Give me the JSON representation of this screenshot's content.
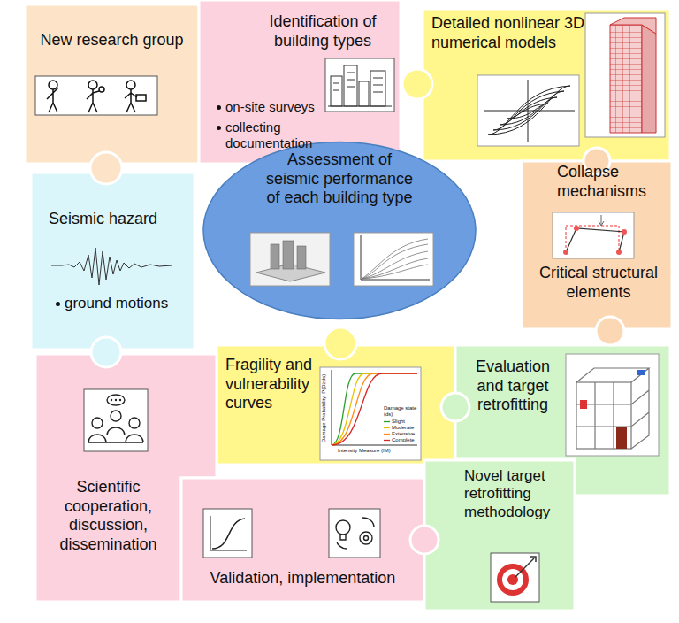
{
  "diagram": {
    "nodes": [
      {
        "text": [
          "New research group"
        ]
      },
      {
        "text": [
          "Identification of building types",
          "on-site surveys",
          "collecting documentation"
        ]
      },
      {
        "text": [
          "Detailed nonlinear 3D numerical models"
        ]
      },
      {
        "text": [
          "Seismic hazard",
          "ground motions"
        ]
      },
      {
        "text": [
          "Assessment of seismic performance of each building type"
        ]
      },
      {
        "text": [
          "Collapse mechanisms",
          "Critical structural elements"
        ]
      },
      {
        "text": [
          "Fragility and vulnerability curves"
        ]
      },
      {
        "text": [
          "Evaluation and target retrofitting"
        ]
      },
      {
        "text": [
          "Scientific cooperation, discussion, dissemination"
        ]
      },
      {
        "text": [
          "Validation, implementation"
        ]
      },
      {
        "text": [
          "Novel target retrofitting methodology"
        ]
      }
    ],
    "labels": [
      "Damage state (ds)",
      "Intensity Measure (IM)",
      "Damage Probability, P(D≥ds)"
    ],
    "legend": [
      {
        "text": "Slight"
      },
      {
        "text": "Moderate"
      },
      {
        "text": "Extensive"
      },
      {
        "text": "Complete"
      }
    ]
  }
}
